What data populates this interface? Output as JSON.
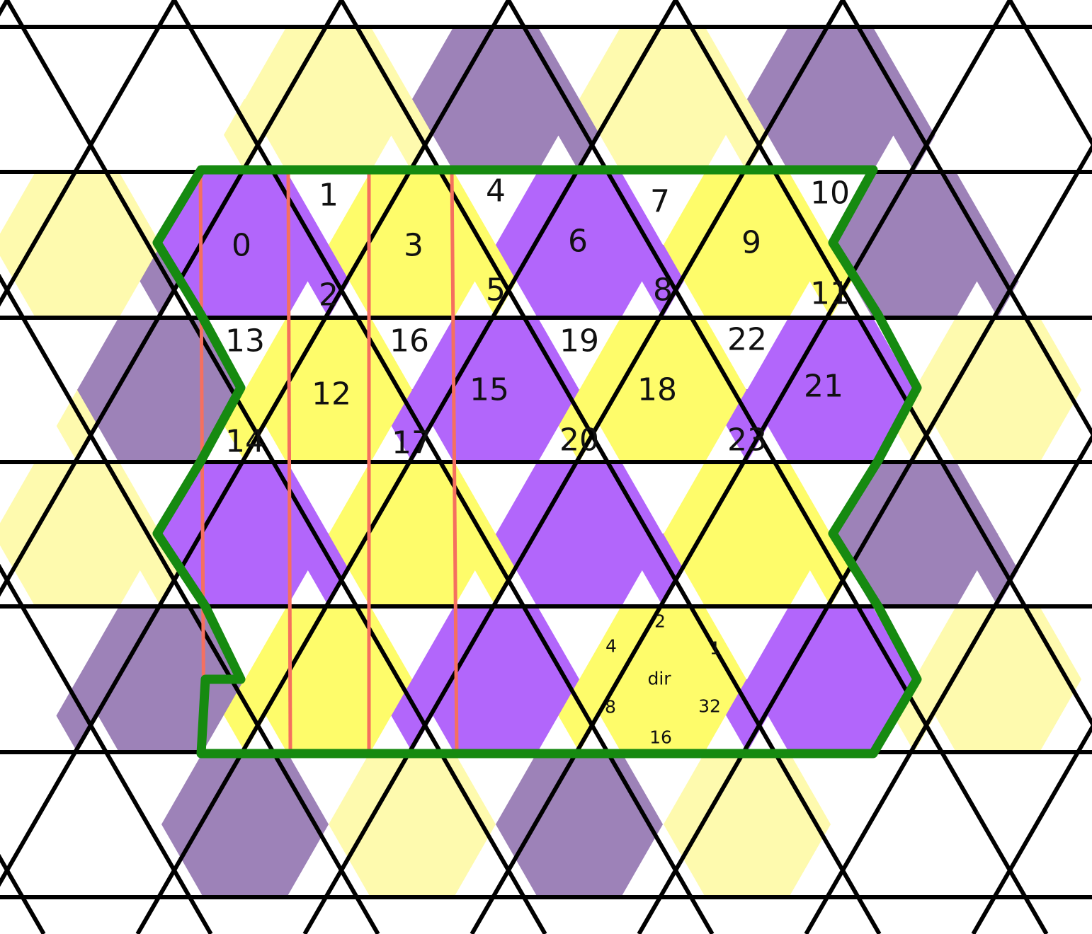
{
  "colors": {
    "purple": "#b266fb",
    "yellow": "#fefc6a",
    "purple_faded": "#9d82b8",
    "yellow_faded": "#fefaae",
    "white": "#ffffff",
    "grid_line": "#000000",
    "boundary": "#168a10",
    "cut_line": "#f5705f"
  },
  "cell_labels": [
    "0",
    "1",
    "2",
    "3",
    "4",
    "5",
    "6",
    "7",
    "8",
    "9",
    "10",
    "11",
    "12",
    "13",
    "14",
    "15",
    "16",
    "17",
    "18",
    "19",
    "20",
    "21",
    "22",
    "23"
  ],
  "direction_legend": {
    "center": "dir",
    "bits": [
      "1",
      "2",
      "4",
      "8",
      "16",
      "32"
    ]
  }
}
